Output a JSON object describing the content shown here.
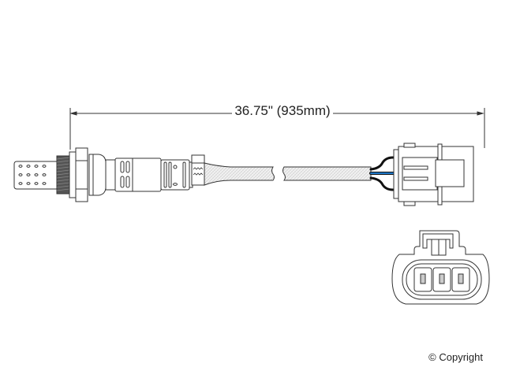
{
  "diagram": {
    "type": "oxygen-sensor-technical-drawing",
    "dimension": {
      "label": "36.75\" (935mm)",
      "inches": 36.75,
      "millimeters": 935
    },
    "components": {
      "sensor_tip": "perforated probe shield",
      "thread": "threaded mounting section",
      "hex_nut": "hex body",
      "sensor_body": "ribbed metal body",
      "cable": "braided protective sleeve (with break indicator)",
      "wires": [
        "black",
        "blue",
        "black"
      ],
      "connector_side": "3-wire connector (side view)",
      "connector_face": "3-pin connector (face view)"
    },
    "colors": {
      "line": "#333333",
      "wire_blue": "#1f78c8",
      "wire_black": "#111111",
      "sleeve_fill": "#ececec"
    },
    "pin_count": 3
  },
  "footer": {
    "copyright": "© Copyright"
  }
}
